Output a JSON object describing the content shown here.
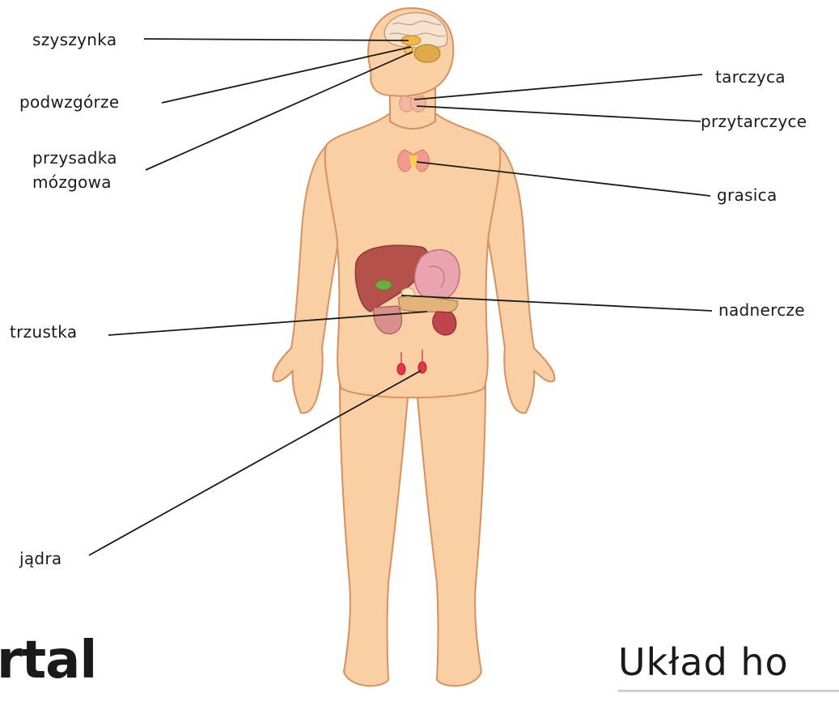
{
  "labels": {
    "szyszynka": "szyszynka",
    "podwzgorze": "podwzgórze",
    "przysadka_line1": "przysadka",
    "przysadka_line2": "mózgowa",
    "tarczyca": "tarczyca",
    "przytarczyce": "przytarczyce",
    "grasica": "grasica",
    "nadnercze": "nadnercze",
    "trzustka": "trzustka",
    "jadra": "jądra"
  },
  "brand": "rtal",
  "title": "Układ ho",
  "colors": {
    "skin": "#f9cfa3",
    "skin_outline": "#d9905e",
    "liver": "#b4514a",
    "stomach": "#eaa4b0",
    "thyroid": "#f1b8a0",
    "gland_red": "#e8334a",
    "pineal": "#f0b94a",
    "leader_line": "#1a1a1a"
  }
}
